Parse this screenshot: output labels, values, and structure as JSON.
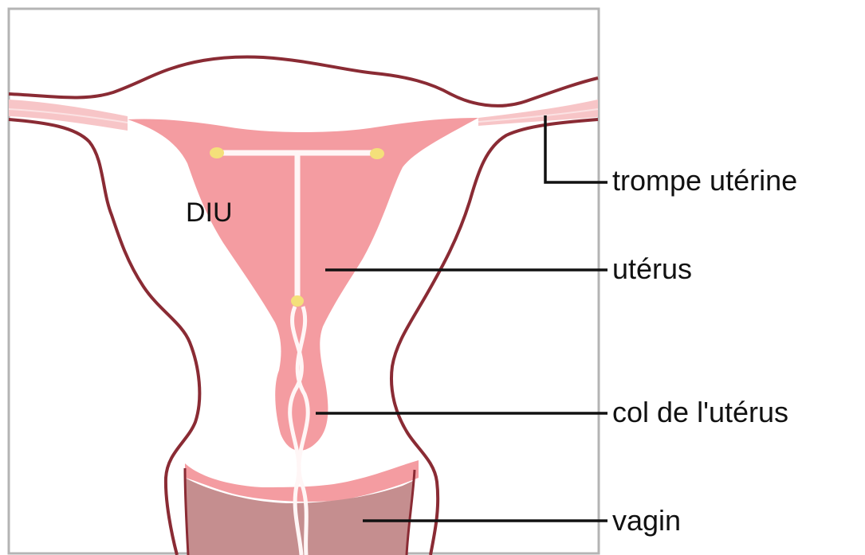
{
  "labels": {
    "diu": "DIU",
    "fallopian_tube": "trompe utérine",
    "uterus": "utérus",
    "cervix": "col de l'utérus",
    "vagina": "vagin"
  },
  "colors": {
    "background": "#ffffff",
    "frame": "#b4b4b4",
    "outline": "#8a2b34",
    "uterine_lining": "#f49ca1",
    "tube_wall": "#f7c5c7",
    "vaginal_canal": "#c58e8f",
    "iud_device": "#fff6f6",
    "iud_tip": "#f4e07a",
    "leader_line": "#111111"
  }
}
